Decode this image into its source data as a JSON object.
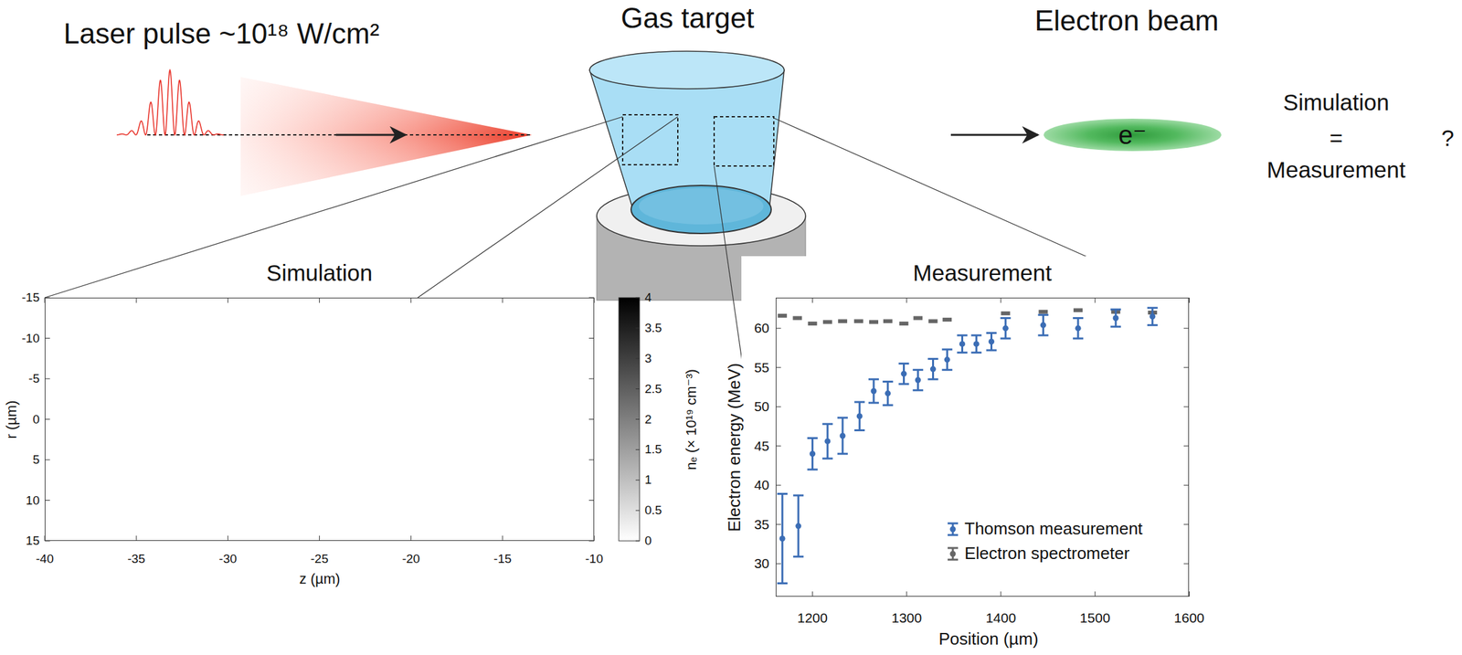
{
  "diagram": {
    "nodes": [
      {
        "text": [
          "Gas target"
        ]
      },
      {
        "text": [
          "e⁻"
        ]
      },
      {
        "text": [
          "Simulation"
        ]
      },
      {
        "text": [
          "Measurement"
        ]
      }
    ],
    "labels": [
      "Laser pulse ~10¹⁸ W/cm²",
      "Electron beam",
      "Simulation",
      "=",
      "Measurement",
      "?",
      "-15",
      "-10",
      "-5",
      "0",
      "5",
      "10",
      "15",
      "-40",
      "-35",
      "-30",
      "-25",
      "-20",
      "-15",
      "-10",
      "z (µm)",
      "r (µm)",
      "0",
      "0.5",
      "1",
      "1.5",
      "2",
      "2.5",
      "3",
      "3.5",
      "4",
      "nₑ (× 10¹⁹ cm⁻³)",
      "30",
      "35",
      "40",
      "45",
      "50",
      "55",
      "60",
      "1200",
      "1300",
      "1400",
      "1500",
      "1600",
      "Electron energy (MeV)",
      "Position (µm)"
    ],
    "legend": [
      {
        "text": "Thomson measurement"
      },
      {
        "text": "Electron spectrometer"
      }
    ]
  }
}
